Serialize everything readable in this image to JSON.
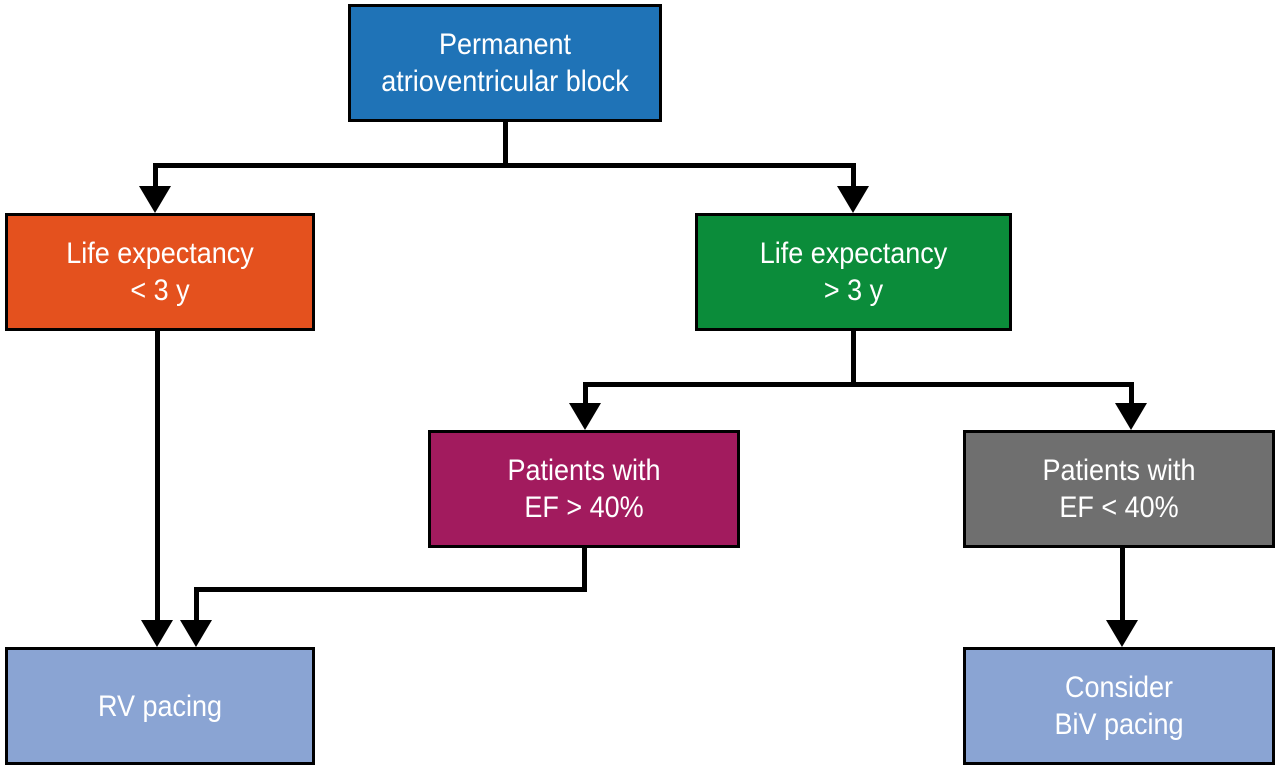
{
  "diagram": {
    "type": "flowchart",
    "nodes": {
      "root": {
        "label": "Permanent\natrioventricular block",
        "color": "#1f73b7"
      },
      "life_short": {
        "label": "Life expectancy\n< 3 y",
        "color": "#e4511e"
      },
      "life_long": {
        "label": "Life expectancy\n> 3 y",
        "color": "#0b8c3a"
      },
      "ef_over40": {
        "label": "Patients with\nEF > 40%",
        "color": "#a21b5e"
      },
      "ef_under40": {
        "label": "Patients with\nEF < 40%",
        "color": "#6f6f6f"
      },
      "rv_pacing": {
        "label": "RV pacing",
        "color": "#8aa4d3"
      },
      "biv_pacing": {
        "label": "Consider\nBiV pacing",
        "color": "#8aa4d3"
      }
    },
    "edges": [
      {
        "from": "root",
        "to": "life_short"
      },
      {
        "from": "root",
        "to": "life_long"
      },
      {
        "from": "life_long",
        "to": "ef_over40"
      },
      {
        "from": "life_long",
        "to": "ef_under40"
      },
      {
        "from": "life_short",
        "to": "rv_pacing"
      },
      {
        "from": "ef_over40",
        "to": "rv_pacing"
      },
      {
        "from": "ef_under40",
        "to": "biv_pacing"
      }
    ],
    "line_color": "#000000",
    "text_color": "#ffffff"
  }
}
